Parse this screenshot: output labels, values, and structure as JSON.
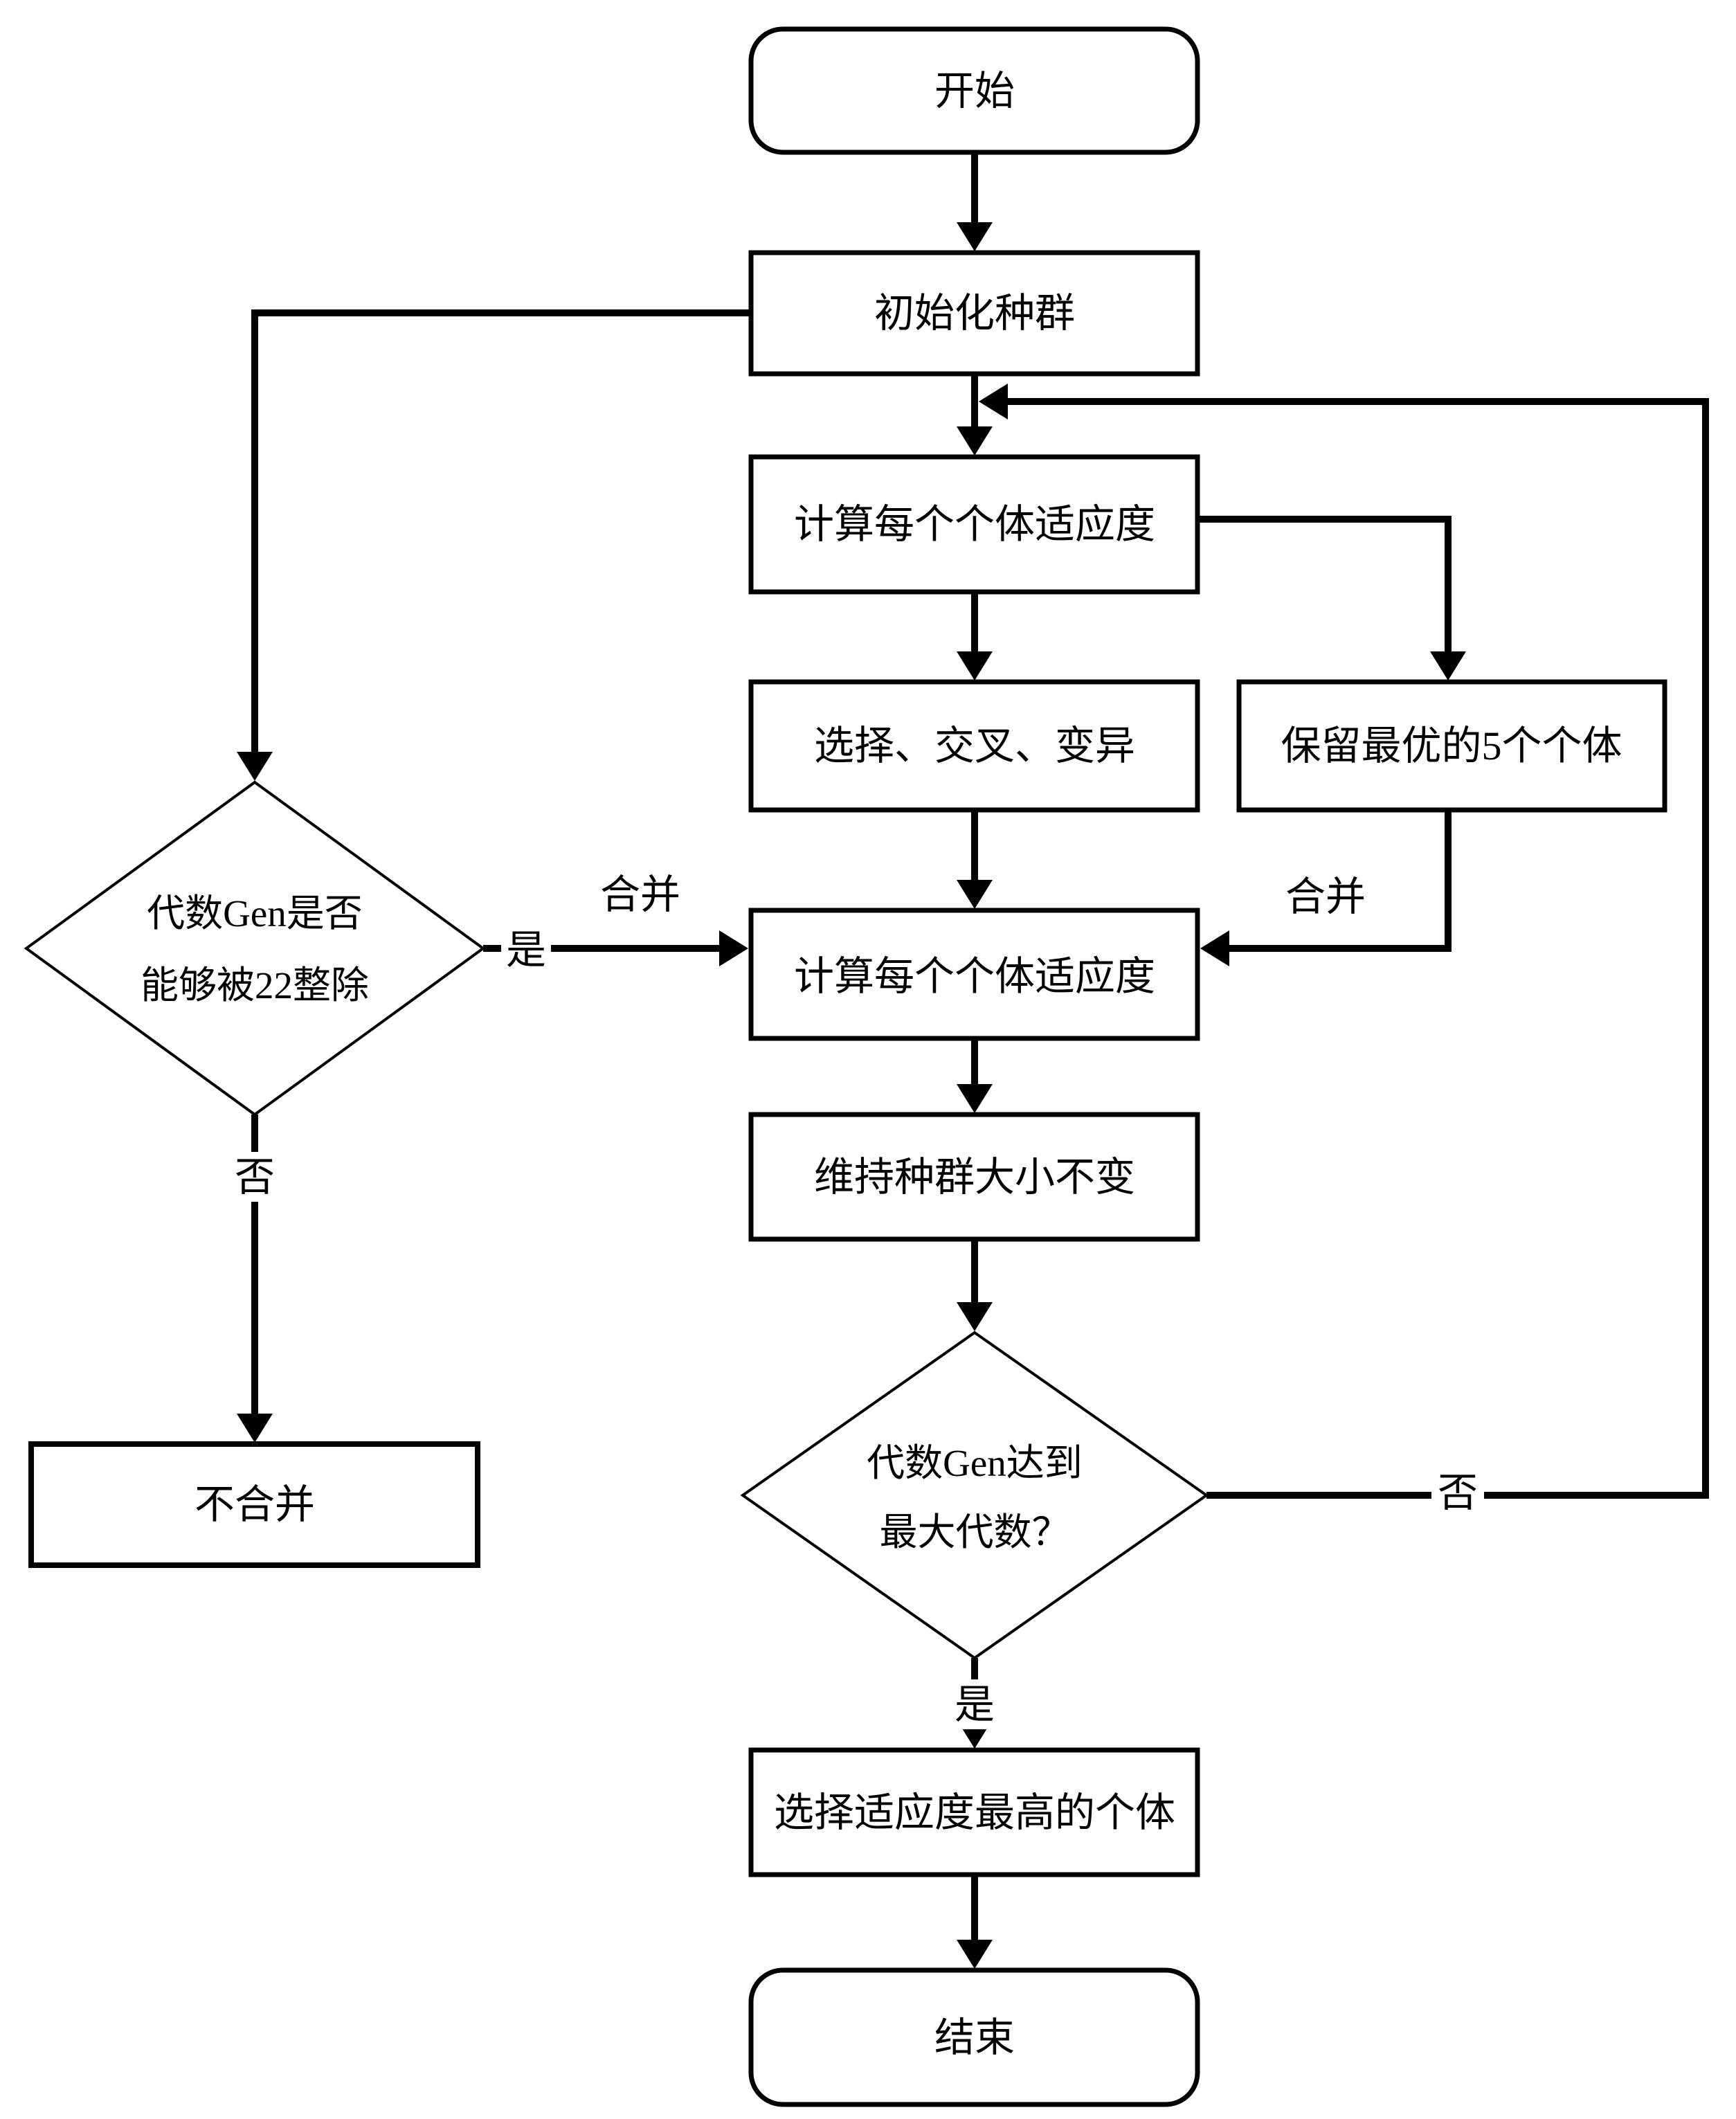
{
  "diagram": {
    "kind": "flowchart",
    "language": "zh",
    "colors": {
      "stroke": "#000000",
      "background": "#ffffff",
      "text": "#000000"
    },
    "nodes": {
      "start": {
        "type": "terminator",
        "label": "开始"
      },
      "init": {
        "type": "process",
        "label": "初始化种群"
      },
      "fitness1": {
        "type": "process",
        "label": "计算每个个体适应度"
      },
      "select_cross_mutate": {
        "type": "process",
        "label": "选择、交叉、变异"
      },
      "keep_best5": {
        "type": "process",
        "label": "保留最优的5个个体"
      },
      "fitness2": {
        "type": "process",
        "label": "计算每个个体适应度"
      },
      "maintain": {
        "type": "process",
        "label": "维持种群大小不变"
      },
      "div22": {
        "type": "decision",
        "label_line1": "代数Gen是否",
        "label_line2": "能够被22整除"
      },
      "no_merge": {
        "type": "process",
        "label": "不合并"
      },
      "gen_max": {
        "type": "decision",
        "label_line1": "代数Gen达到",
        "label_line2": "最大代数？"
      },
      "select_best": {
        "type": "process",
        "label": "选择适应度最高的个体"
      },
      "end": {
        "type": "terminator",
        "label": "结束"
      }
    },
    "edge_labels": {
      "merge_left": "合并",
      "merge_right": "合并",
      "yes_left": "是",
      "no_left": "否",
      "yes_bottom": "是",
      "no_right": "否"
    }
  }
}
